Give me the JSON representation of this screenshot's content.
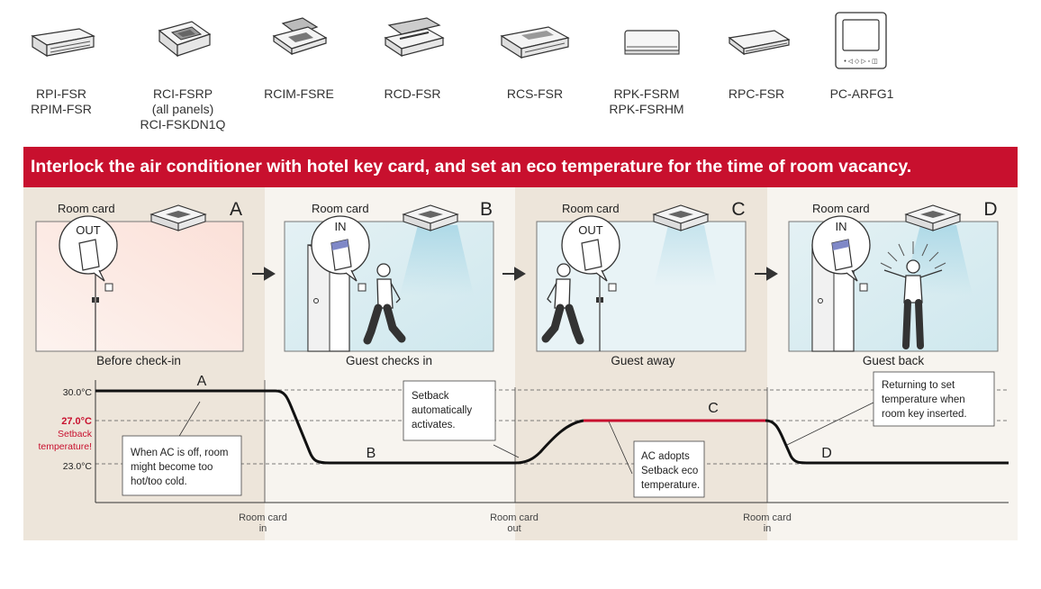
{
  "products": [
    {
      "lines": [
        "RPI-FSR",
        "RPIM-FSR"
      ],
      "icon": "ducted-unit-icon"
    },
    {
      "lines": [
        "RCI-FSRP",
        "(all panels)",
        "RCI-FSKDN1Q"
      ],
      "icon": "cassette-4way-icon"
    },
    {
      "lines": [
        "RCIM-FSRE"
      ],
      "icon": "compact-cassette-icon"
    },
    {
      "lines": [
        "RCD-FSR"
      ],
      "icon": "2way-cassette-icon"
    },
    {
      "lines": [
        "RCS-FSR"
      ],
      "icon": "ceiling-suspended-cassette-icon"
    },
    {
      "lines": [
        "RPK-FSRM",
        "RPK-FSRHM"
      ],
      "icon": "wall-mounted-unit-icon"
    },
    {
      "lines": [
        "RPC-FSR"
      ],
      "icon": "ceiling-unit-icon"
    },
    {
      "lines": [
        "PC-ARFG1"
      ],
      "icon": "remote-controller-icon"
    }
  ],
  "remote_buttons": "• ◁ ◇ ▷ ▫ ◫",
  "banner": "Interlock the air conditioner with hotel key card, and set an eco temperature for the time of room vacancy.",
  "scenes": [
    {
      "letter": "A",
      "room_card_label": "Room card",
      "card_state": "OUT",
      "caption": "Before check-in"
    },
    {
      "letter": "B",
      "room_card_label": "Room card",
      "card_state": "IN",
      "caption": "Guest checks in"
    },
    {
      "letter": "C",
      "room_card_label": "Room card",
      "card_state": "OUT",
      "caption": "Guest away"
    },
    {
      "letter": "D",
      "room_card_label": "Room card",
      "card_state": "IN",
      "caption": "Guest back"
    }
  ],
  "graph": {
    "y_labels": {
      "top": "30.0°C",
      "setback": "27.0°C",
      "setback_note_1": "Setback",
      "setback_note_2": "temperature!",
      "bottom": "23.0°C"
    },
    "segment_letters": [
      "A",
      "B",
      "C",
      "D"
    ],
    "events": [
      {
        "line1": "Room card",
        "line2": "in"
      },
      {
        "line1": "Room card",
        "line2": "out"
      },
      {
        "line1": "Room card",
        "line2": "in"
      }
    ],
    "callouts": [
      {
        "lines": [
          "When AC is off, room",
          "might become too",
          "hot/too cold."
        ]
      },
      {
        "lines": [
          "Setback",
          "automatically",
          "activates."
        ]
      },
      {
        "lines": [
          "AC adopts",
          "Setback eco",
          "temperature."
        ]
      },
      {
        "lines": [
          "Returning to set",
          "temperature when",
          "room key inserted."
        ]
      }
    ]
  },
  "colors": {
    "brand_red": "#c8102e",
    "panel_shaded": "#ede5da",
    "panel_light": "#f7f4ef"
  }
}
